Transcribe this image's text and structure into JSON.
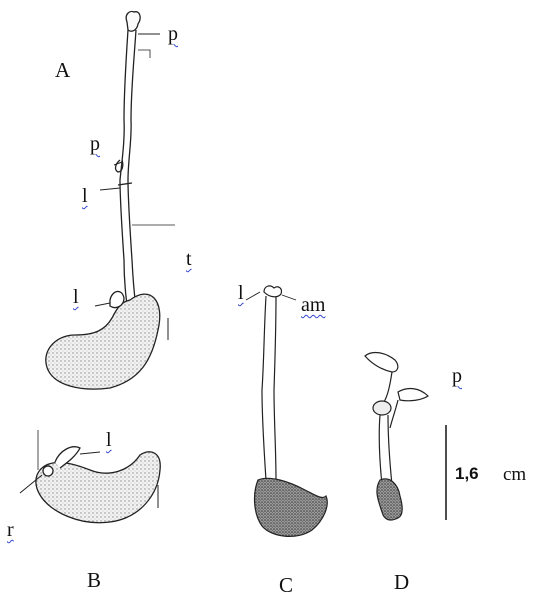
{
  "panels": {
    "a": "A",
    "b": "B",
    "c": "C",
    "d": "D"
  },
  "parts": {
    "p_top": "p",
    "p_mid": "p",
    "l_upper": "l",
    "t": "t",
    "l_lower": "l",
    "l_b": "l",
    "r": "r",
    "l_c": "l",
    "am": "am",
    "p_d": "p"
  },
  "scale": {
    "value": "1,6",
    "unit": "cm"
  },
  "colors": {
    "ink": "#222222",
    "squiggle": "#3344cc",
    "hatch": "#555555"
  }
}
